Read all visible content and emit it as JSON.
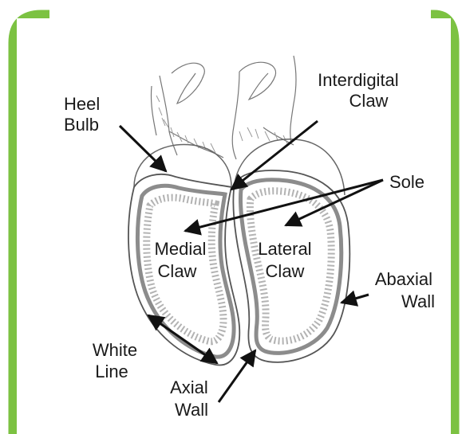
{
  "diagram": {
    "labels": {
      "heel_bulb": [
        "Heel",
        "Bulb"
      ],
      "interdigital": [
        "Interdigital",
        "Claw"
      ],
      "sole": "Sole",
      "medial_claw": [
        "Medial",
        "Claw"
      ],
      "lateral_claw": [
        "Lateral",
        "Claw"
      ],
      "abaxial_wall": [
        "Abaxial",
        "Wall"
      ],
      "white_line": [
        "White",
        "Line"
      ],
      "axial_wall": [
        "Axial",
        "Wall"
      ]
    },
    "colors": {
      "frame": "#7cc242",
      "outline": "#555555",
      "sole_band": "#8c8c8c",
      "text": "#1a1a1a"
    }
  }
}
